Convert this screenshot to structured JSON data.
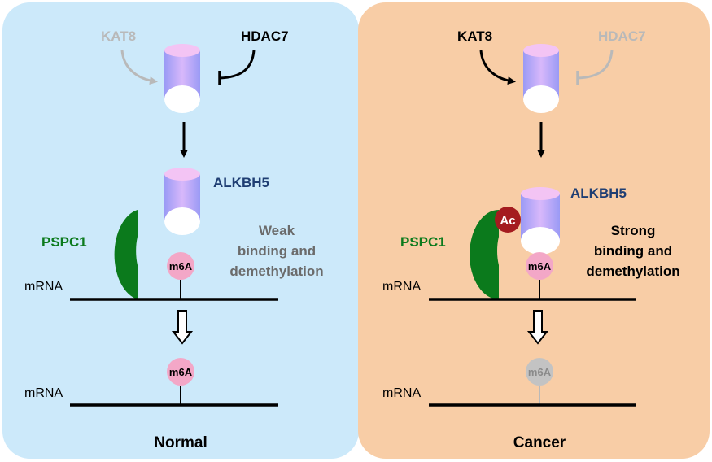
{
  "colors": {
    "normal_bg": "#cce9fa",
    "cancer_bg": "#f8cda6",
    "cylinder_body": "#b4b4fa",
    "cylinder_top": "#f3c4f4",
    "pspc1": "#0b7a1c",
    "m6a": "#f3a7c7",
    "m6a_gone": "#c3c3c3",
    "ac": "#a41b1f",
    "alkbh5_text": "#1f3e73",
    "faded": "#b9b9b9",
    "gray_text": "#6b6b6b"
  },
  "normal": {
    "title": "Normal",
    "kat8": "KAT8",
    "hdac7": "HDAC7",
    "alkbh5": "ALKBH5",
    "pspc1": "PSPC1",
    "m6a_top": "m6A",
    "m6a_bottom": "m6A",
    "mrna_top": "mRNA",
    "mrna_bottom": "mRNA",
    "desc": [
      "Weak",
      "binding and",
      "demethylation"
    ]
  },
  "cancer": {
    "title": "Cancer",
    "kat8": "KAT8",
    "hdac7": "HDAC7",
    "alkbh5": "ALKBH5",
    "pspc1": "PSPC1",
    "ac": "Ac",
    "m6a_top": "m6A",
    "m6a_bottom": "m6A",
    "mrna_top": "mRNA",
    "mrna_bottom": "mRNA",
    "desc": [
      "Strong",
      "binding and",
      "demethylation"
    ]
  }
}
